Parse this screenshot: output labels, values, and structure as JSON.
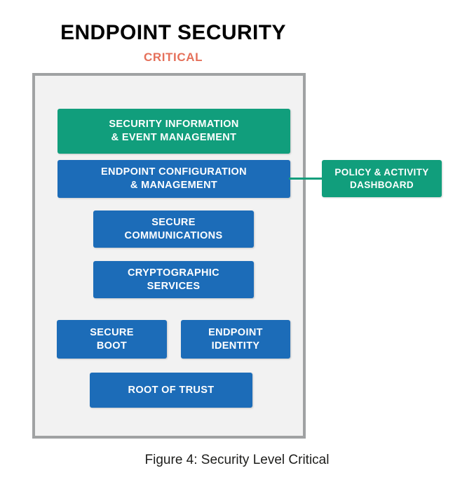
{
  "figure": {
    "title": "ENDPOINT SECURITY",
    "subtitle": "CRITICAL",
    "caption": "Figure 4: Security Level Critical",
    "colors": {
      "green": "#119e7c",
      "blue": "#1c6cb8",
      "subtitle_orange": "#e5705a",
      "frame_border": "#a0a2a3",
      "frame_fill": "#f2f2f2",
      "block_text": "#ffffff",
      "title_black": "#000000"
    }
  },
  "diagram": {
    "type": "block-diagram",
    "container_label": "",
    "blocks": [
      {
        "id": "siem",
        "label": "SECURITY INFORMATION\n& EVENT MANAGEMENT",
        "color": "green",
        "row": 1,
        "inside_container": true
      },
      {
        "id": "endpoint_config",
        "label": "ENDPOINT CONFIGURATION\n& MANAGEMENT",
        "color": "blue",
        "row": 2,
        "inside_container": true
      },
      {
        "id": "dashboard",
        "label": "POLICY & ACTIVITY\nDASHBOARD",
        "color": "green",
        "row": 2,
        "inside_container": false
      },
      {
        "id": "secure_comm",
        "label": "SECURE\nCOMMUNICATIONS",
        "color": "blue",
        "row": 3,
        "inside_container": true
      },
      {
        "id": "crypto",
        "label": "CRYPTOGRAPHIC\nSERVICES",
        "color": "blue",
        "row": 4,
        "inside_container": true
      },
      {
        "id": "secure_boot",
        "label": "SECURE\nBOOT",
        "color": "blue",
        "row": 5,
        "inside_container": true
      },
      {
        "id": "endpoint_id",
        "label": "ENDPOINT\nIDENTITY",
        "color": "blue",
        "row": 5,
        "inside_container": true
      },
      {
        "id": "root_of_trust",
        "label": "ROOT OF TRUST",
        "color": "blue",
        "row": 6,
        "inside_container": true
      }
    ],
    "connectors": [
      {
        "from": "endpoint_config",
        "to": "dashboard",
        "style": "solid",
        "color": "#119e7c"
      }
    ]
  }
}
